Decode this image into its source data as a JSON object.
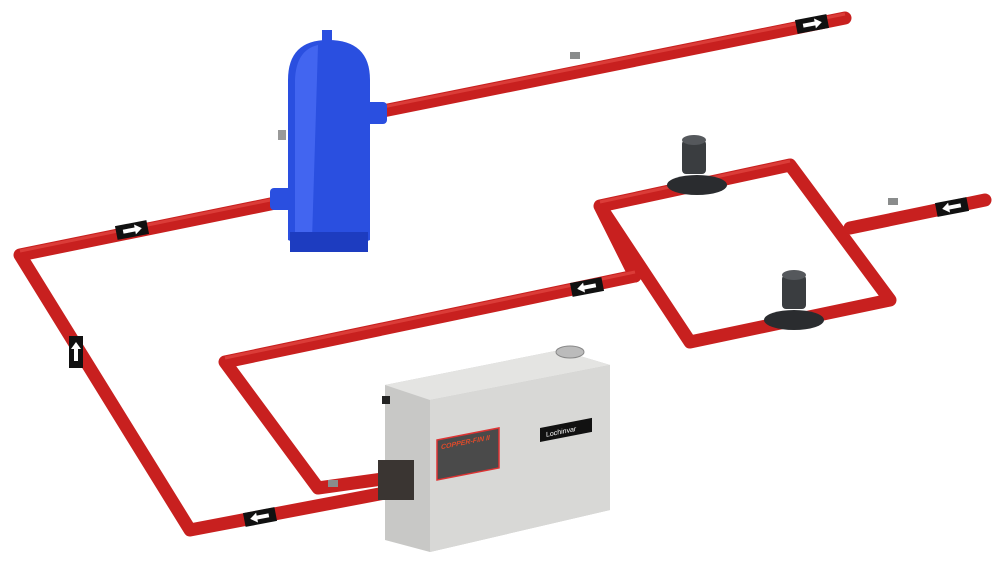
{
  "diagram": {
    "boiler": {
      "product_label": "COPPER-FIN II",
      "brand": "Lochinvar"
    },
    "colors": {
      "pipe": "#c8201f",
      "tank": "#2a4fe0",
      "boiler": "#d8d8d6",
      "pump": "#3a3d40"
    },
    "flow_arrows": [
      "right",
      "up",
      "left",
      "left",
      "right",
      "left"
    ]
  }
}
